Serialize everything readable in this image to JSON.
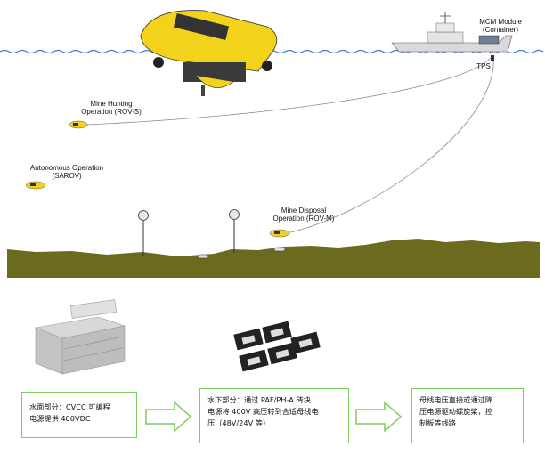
{
  "labels": {
    "mcm_module": "MCM Module",
    "container": "(Container)",
    "tps": "TPS",
    "mine_hunting": "Mine Hunting",
    "rov_s": "Operation (ROV-S)",
    "autonomous": "Autonomous Operation",
    "sarov": "(SAROV)",
    "mine_disposal": "Mine Disposal",
    "rov_m": "Operation (ROV-M)"
  },
  "boxes": {
    "box1": [
      "水面部分：CVCC 可编程",
      "电源提供 400VDC"
    ],
    "box2": [
      "水下部分：通过 PAF/PH-A 砖块",
      "电源将 400V 高压转到合适母线电",
      "压（48V/24V 等）"
    ],
    "box3": [
      "母线电压直接或通过降",
      "压电源驱动螺旋桨，控",
      "制板等线路"
    ]
  },
  "colors": {
    "sea_line": "#3a7fd0",
    "seabed": "#6b6a1e",
    "rov_yellow": "#f2d21a",
    "box_border": "#7ecb5b",
    "arrow_green": "#7ecb5b"
  }
}
